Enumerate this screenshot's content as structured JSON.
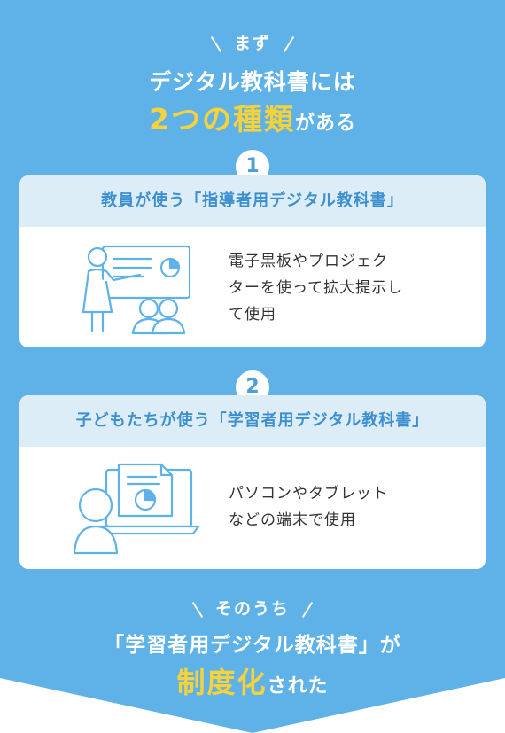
{
  "colors": {
    "background": "#5fb2e8",
    "accent": "#f7d23a",
    "card_head_bg": "#dcedf8",
    "card_head_text": "#3e8fd0",
    "icon_stroke": "#5fb2e8"
  },
  "header": {
    "kicker": "まず",
    "line1": "デジタル教科書には",
    "line2_accent": "2つの種類",
    "line2_rest": "がある"
  },
  "cards": [
    {
      "number": "1",
      "title": "教員が使う「指導者用デジタル教科書」",
      "text_lines": [
        "電子黒板やプロジェク",
        "ターを使って拡大提示し",
        "て使用"
      ],
      "icon": "teacher-presentation-icon"
    },
    {
      "number": "2",
      "title": "子どもたちが使う「学習者用デジタル教科書」",
      "text_lines": [
        "パソコンやタブレット",
        "などの端末で使用"
      ],
      "icon": "student-laptop-icon"
    }
  ],
  "footer": {
    "kicker": "そのうち",
    "line1": "「学習者用デジタル教科書」が",
    "line2_accent": "制度化",
    "line2_rest": "された"
  }
}
